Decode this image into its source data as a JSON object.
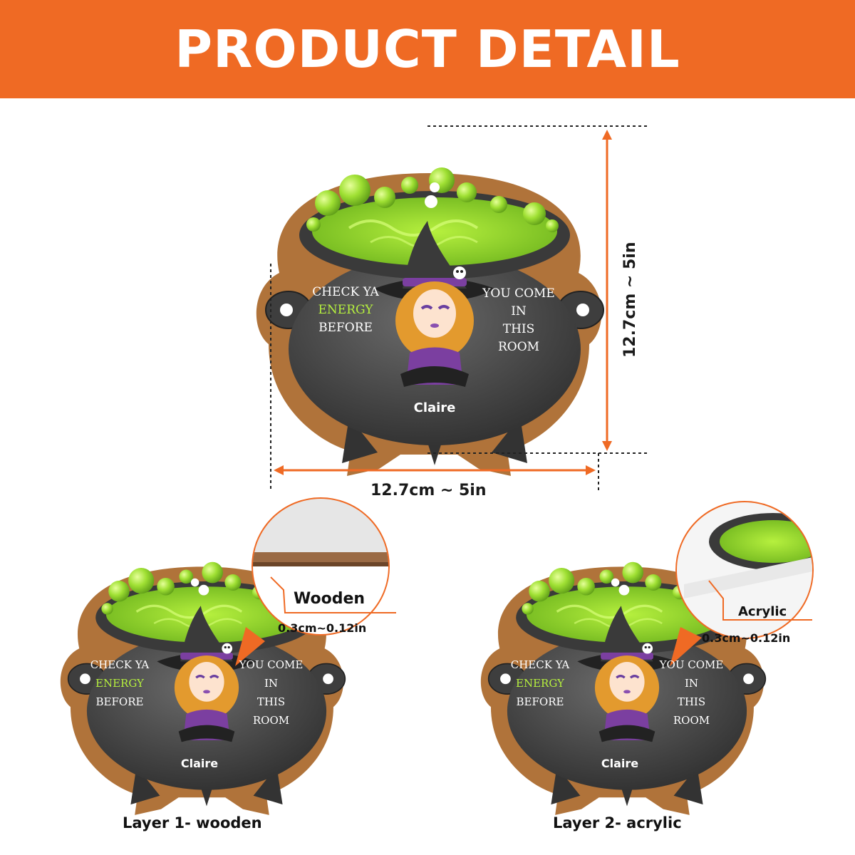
{
  "banner": {
    "title": "PRODUCT DETAIL"
  },
  "colors": {
    "accent": "#ef6a24",
    "cauldron": "#4a4a4a",
    "potion": "#8fd22e",
    "potion_light": "#b6f03e",
    "wood_edge": "#b0733a",
    "hat_band": "#7b3fa0"
  },
  "dimensions": {
    "width_label": "12.7cm ~ 5in",
    "height_label": "12.7cm ~ 5in"
  },
  "main_ornament": {
    "left_text": [
      "CHECK YA",
      "ENERGY",
      "BEFORE"
    ],
    "right_text": [
      "YOU COME IN",
      "THIS",
      "ROOM"
    ],
    "name": "Claire"
  },
  "layer1": {
    "callout_title": "Wooden",
    "callout_size": "0.3cm~0.12in",
    "caption": "Layer 1- wooden",
    "left_text": [
      "CHECK YA",
      "ENERGY",
      "BEFORE"
    ],
    "right_text": [
      "YOU COME IN",
      "THIS",
      "ROOM"
    ],
    "name": "Claire"
  },
  "layer2": {
    "callout_title": "Acrylic",
    "callout_size": "0.3cm~0.12in",
    "caption": "Layer 2- acrylic",
    "left_text": [
      "CHECK YA",
      "ENERGY",
      "BEFORE"
    ],
    "right_text": [
      "YOU COME IN",
      "THIS",
      "ROOM"
    ],
    "name": "Claire"
  }
}
